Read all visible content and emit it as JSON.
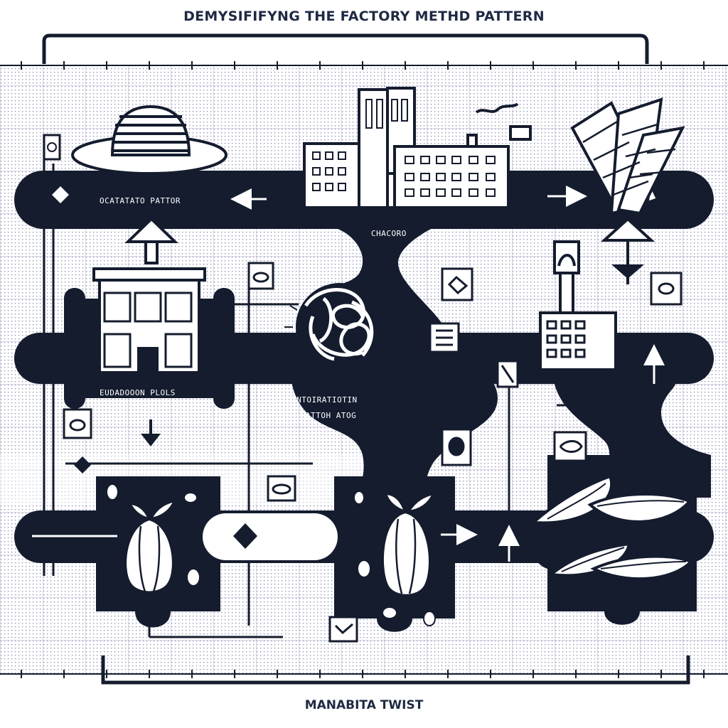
{
  "title": "DEMYSIFIFYNG THE FACTORY METHD PATTERN",
  "footer": "MANABITA TWIST",
  "labels": {
    "top_band": "OCATATATO PATTOR",
    "center_top": "CHACORO",
    "left_box": "EUDADOOON PLOLS",
    "center_knot_line1": "INTOIRATIOTIN",
    "center_knot_line2": "ATTOH ATOG"
  },
  "colors": {
    "ink": "#141c2e",
    "dots": "#8b88b4",
    "paper": "#ffffff"
  },
  "icons": [
    "striped-hat-icon",
    "city-factory-icon",
    "chocolate-bar-icon",
    "food-grid-building-icon",
    "pasta-knot-icon",
    "small-factory-icon",
    "cacao-pod-icon",
    "cacao-beans-icon",
    "dish-badge-icon"
  ]
}
